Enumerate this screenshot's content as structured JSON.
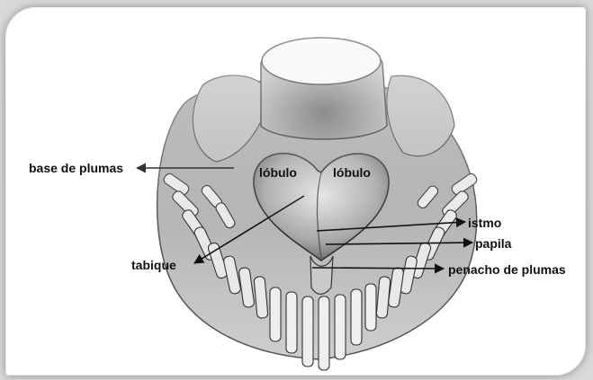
{
  "labels": {
    "base_de_plumas": "base de plumas",
    "lobulo_left": "lóbulo",
    "lobulo_right": "lóbulo",
    "istmo": "istmo",
    "papila": "papila",
    "tabique": "tabique",
    "penacho": "penacho de plumas"
  }
}
